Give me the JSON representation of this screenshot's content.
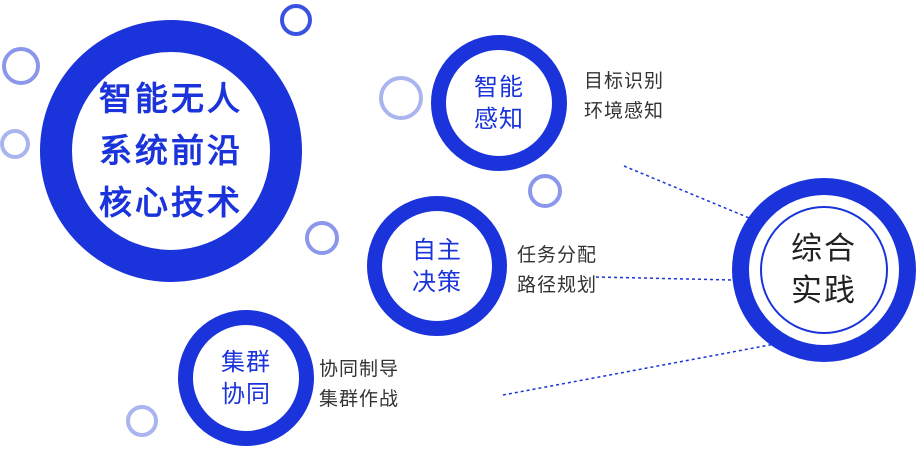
{
  "colors": {
    "primary": "#1a33db",
    "decor": "#8a97ea",
    "text": "#333333"
  },
  "main_title": {
    "lines": [
      "智能无人",
      "系统前沿",
      "核心技术"
    ]
  },
  "nodes": {
    "perception": {
      "lines": [
        "智能",
        "感知"
      ],
      "desc": [
        "目标识别",
        "环境感知"
      ]
    },
    "decision": {
      "lines": [
        "自主",
        "决策"
      ],
      "desc": [
        "任务分配",
        "路径规划"
      ]
    },
    "swarm": {
      "lines": [
        "集群",
        "协同"
      ],
      "desc": [
        "协同制导",
        "集群作战"
      ]
    }
  },
  "practice": {
    "lines": [
      "综合",
      "实践"
    ]
  }
}
